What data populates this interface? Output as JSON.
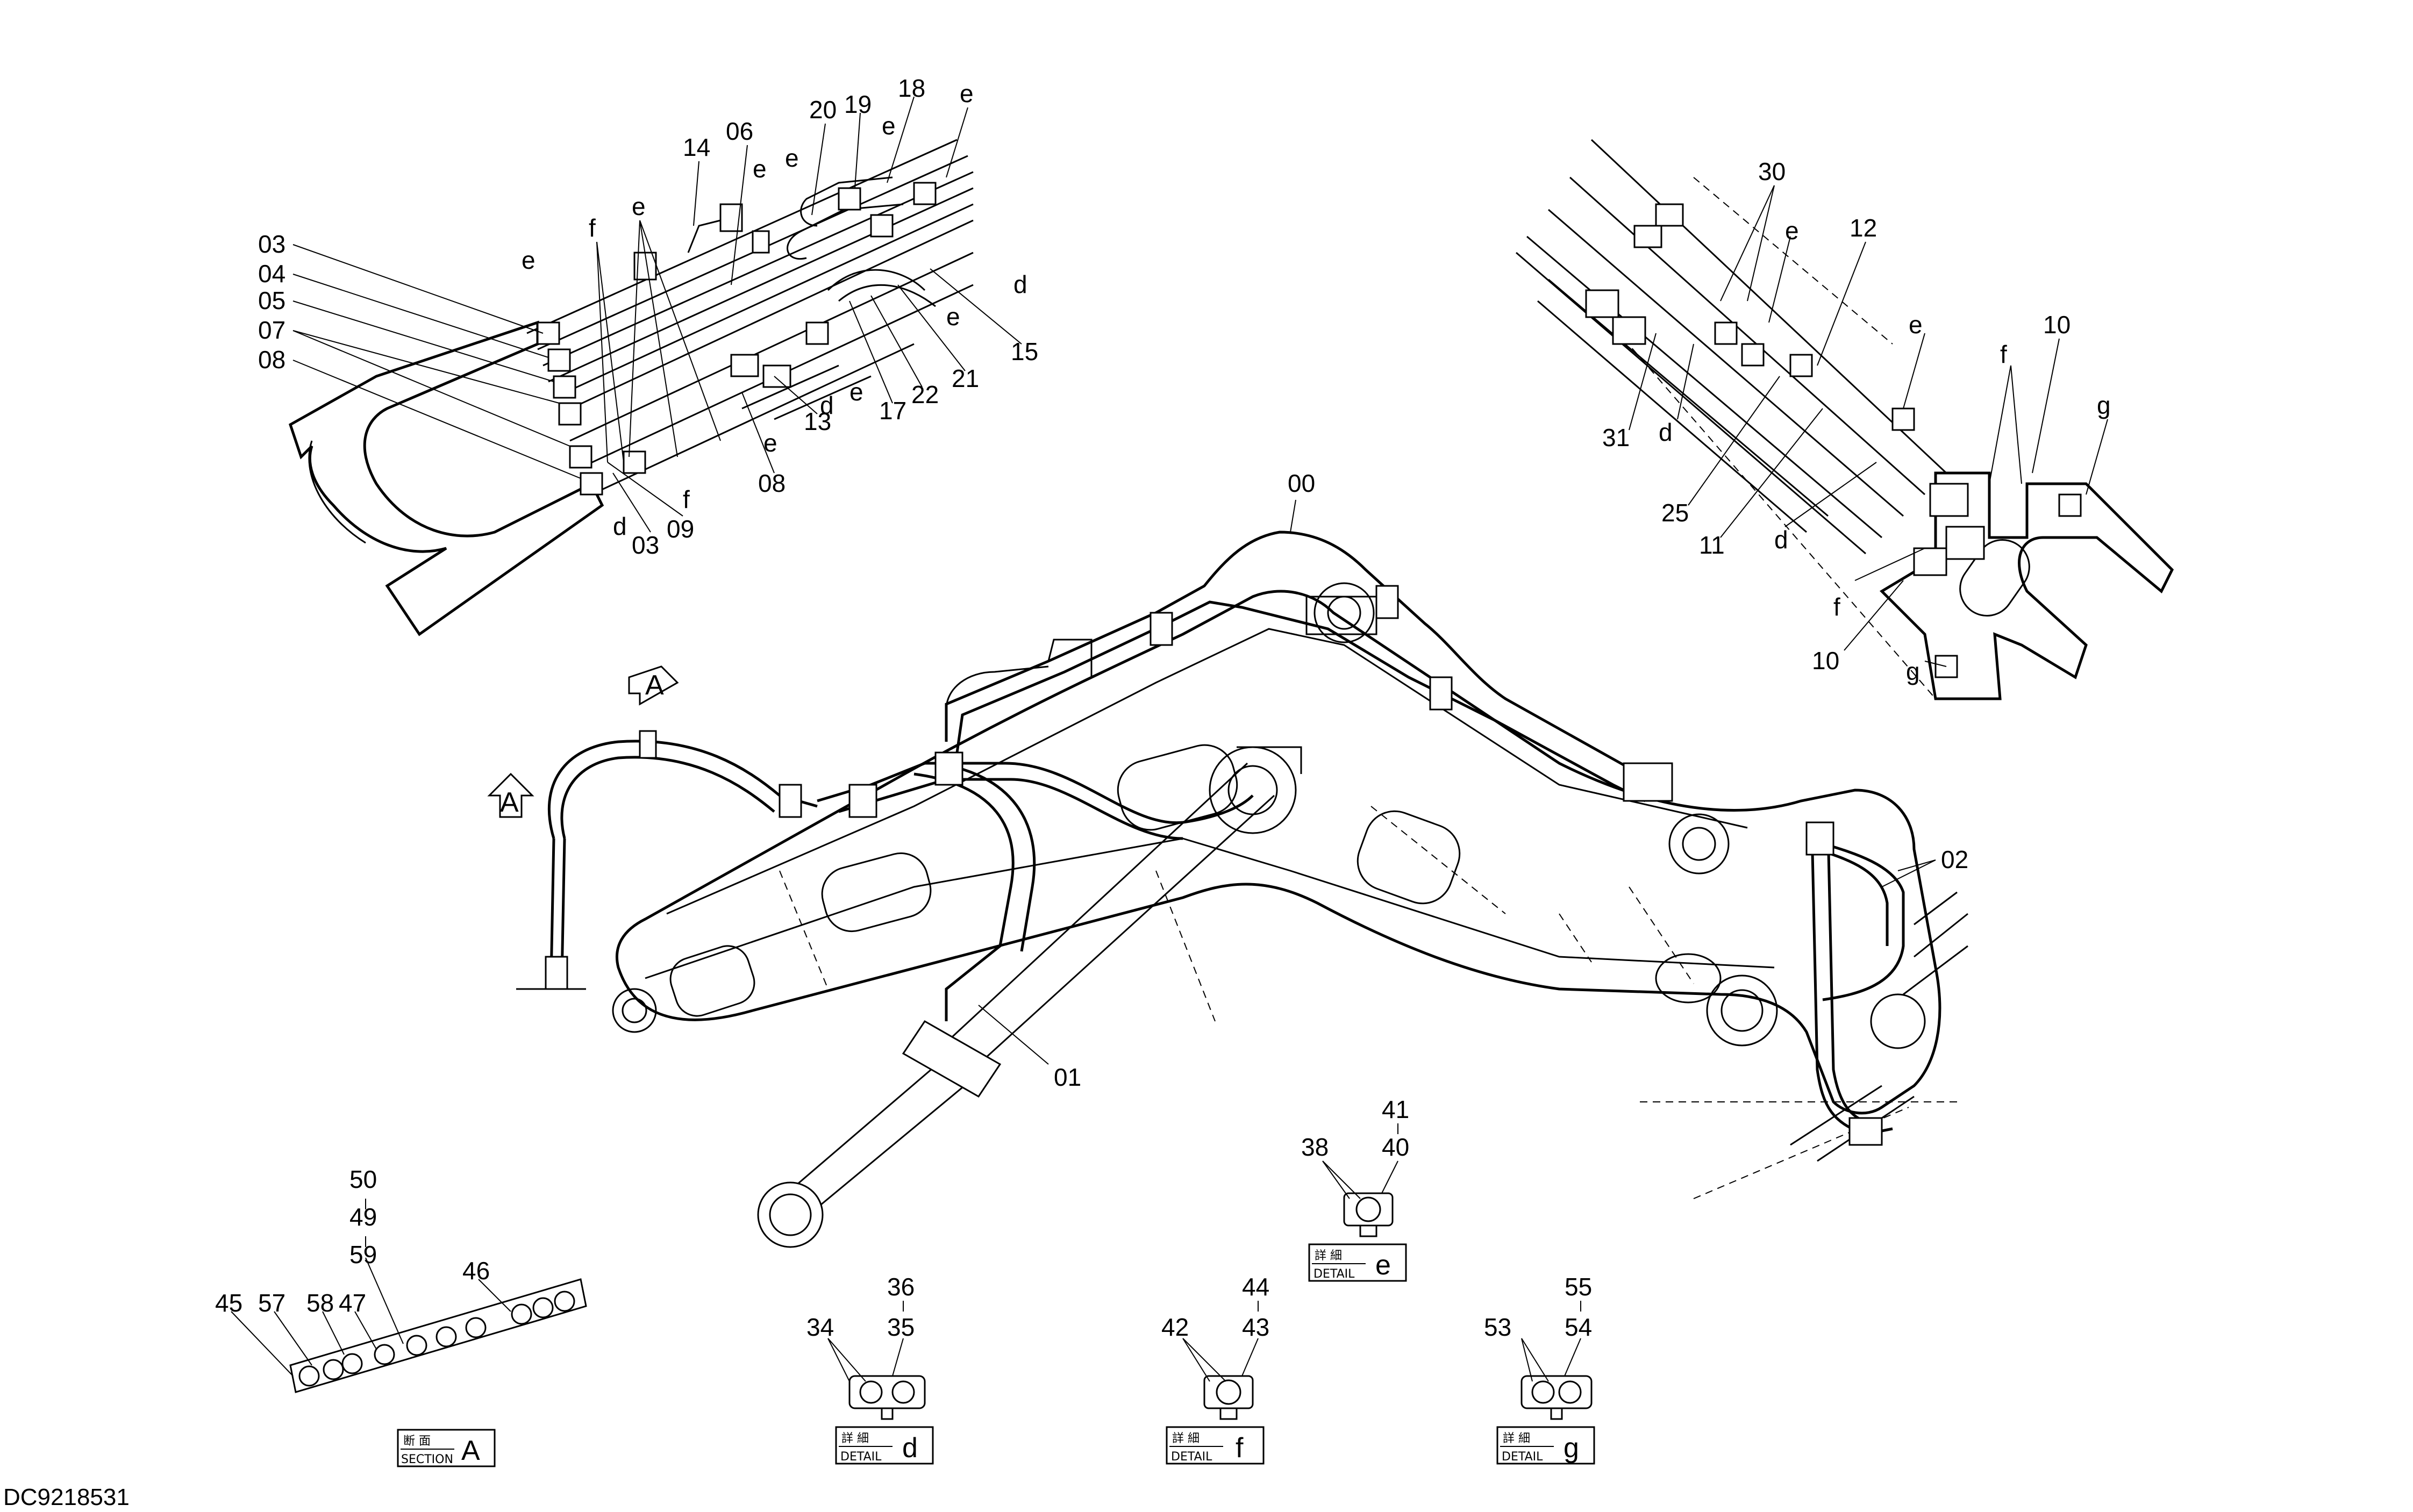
{
  "drawing_code": "DC9218531",
  "part_labels": {
    "p00": "00",
    "p01": "01",
    "p02": "02",
    "p03a": "03",
    "p03b": "03",
    "p04": "04",
    "p05": "05",
    "p06": "06",
    "p07": "07",
    "p08a": "08",
    "p08b": "08",
    "p09": "09",
    "p10a": "10",
    "p10b": "10",
    "p11": "11",
    "p12": "12",
    "p13": "13",
    "p14": "14",
    "p15": "15",
    "p17": "17",
    "p18": "18",
    "p19": "19",
    "p20": "20",
    "p21": "21",
    "p22": "22",
    "p25": "25",
    "p30": "30",
    "p31": "31",
    "p34": "34",
    "p35": "35",
    "p36": "36",
    "p38": "38",
    "p40": "40",
    "p41": "41",
    "p42": "42",
    "p43": "43",
    "p44": "44",
    "p45": "45",
    "p46": "46",
    "p47": "47",
    "p49": "49",
    "p50": "50",
    "p53": "53",
    "p54": "54",
    "p55": "55",
    "p57": "57",
    "p58": "58",
    "p59": "59"
  },
  "letter_labels": {
    "d1": "d",
    "d2": "d",
    "d3": "d",
    "d4": "d",
    "d5": "d",
    "e1": "e",
    "e2": "e",
    "e3": "e",
    "e4": "e",
    "e5": "e",
    "e6": "e",
    "e7": "e",
    "e8": "e",
    "e9": "e",
    "e10": "e",
    "e11": "e",
    "f1": "f",
    "f2": "f",
    "f3": "f",
    "f4": "f",
    "g1": "g",
    "g2": "g",
    "a1": "A",
    "a2": "A"
  },
  "callout_boxes": {
    "section_a": {
      "jp": "断 面",
      "en": "SECTION",
      "letter": "A"
    },
    "detail_d": {
      "jp": "詳 細",
      "en": "DETAIL",
      "letter": "d"
    },
    "detail_e": {
      "jp": "詳 細",
      "en": "DETAIL",
      "letter": "e"
    },
    "detail_f": {
      "jp": "詳 細",
      "en": "DETAIL",
      "letter": "f"
    },
    "detail_g": {
      "jp": "詳 細",
      "en": "DETAIL",
      "letter": "g"
    }
  }
}
